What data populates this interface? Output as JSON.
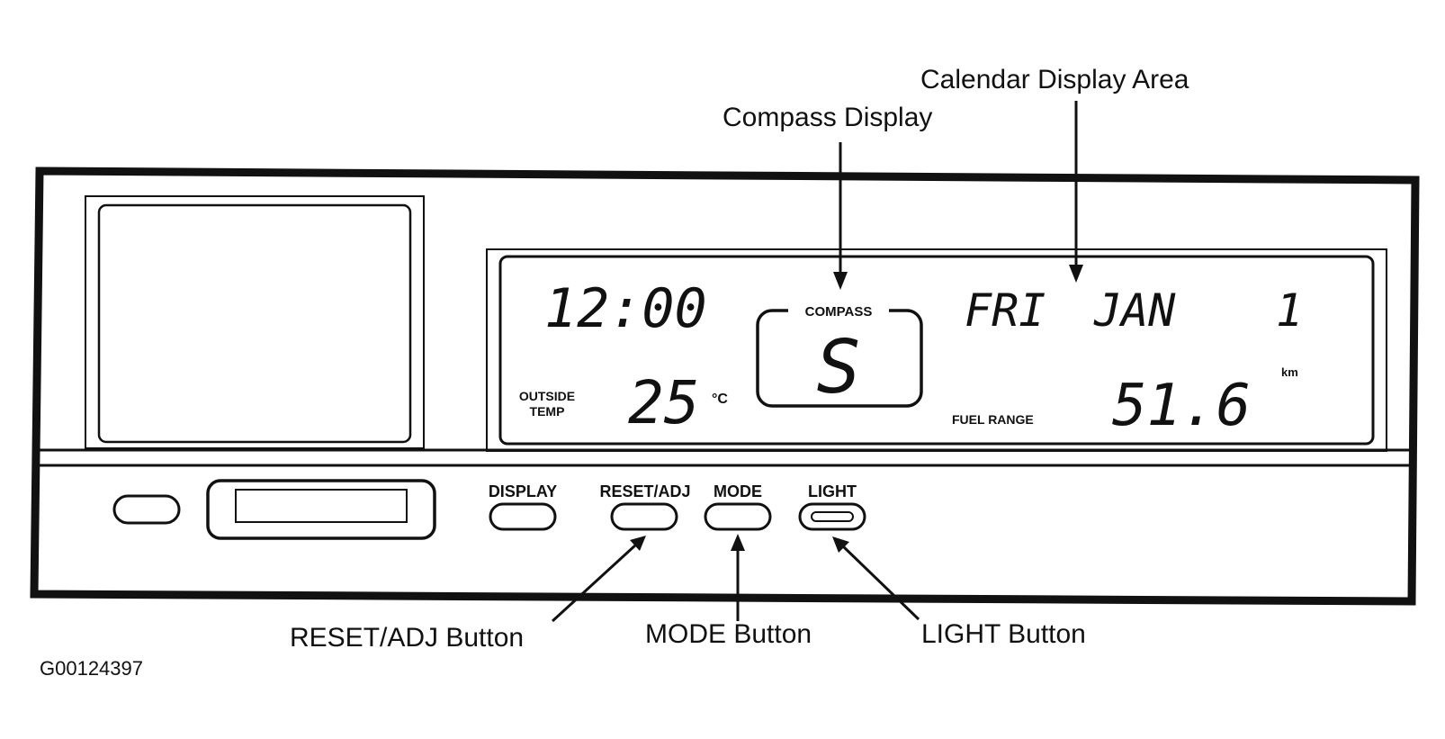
{
  "callouts": {
    "calendar_area": "Calendar Display Area",
    "compass_display": "Compass Display",
    "reset_adj_button": "RESET/ADJ Button",
    "mode_button": "MODE Button",
    "light_button": "LIGHT Button"
  },
  "figure_id": "G00124397",
  "lcd": {
    "time": "12:00",
    "compass_label": "COMPASS",
    "compass_heading": "S",
    "calendar": {
      "day": "FRI",
      "month": "JAN",
      "date": "1"
    },
    "outside_temp_label_1": "OUTSIDE",
    "outside_temp_label_2": "TEMP",
    "temperature": "25",
    "temperature_unit": "°C",
    "fuel_range_label": "FUEL RANGE",
    "fuel_range_value": "51.6",
    "fuel_range_unit": "km"
  },
  "buttons": {
    "display": "DISPLAY",
    "reset_adj": "RESET/ADJ",
    "mode": "MODE",
    "light": "LIGHT"
  }
}
